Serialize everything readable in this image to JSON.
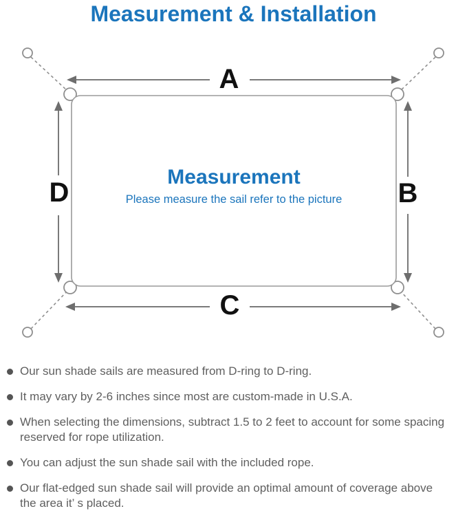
{
  "title": "Measurement & Installation",
  "diagram": {
    "labels": {
      "top": "A",
      "right": "B",
      "bottom": "C",
      "left": "D"
    },
    "center_title": "Measurement",
    "center_subtitle": "Please measure the sail refer to the picture"
  },
  "notes": [
    "Our sun shade sails are measured from D-ring to D-ring.",
    "It may vary by 2-6 inches since most are custom-made in U.S.A.",
    "When selecting the dimensions, subtract 1.5 to 2 feet to account for some spacing\nreserved for rope utilization.",
    "You can adjust the sun shade sail with the included rope.",
    "Our flat-edged sun shade sail will provide an optimal amount of coverage above\nthe area it’ s placed."
  ],
  "colors": {
    "accent_blue": "#1b75bc",
    "line_gray": "#8e8e8e",
    "arrow_gray": "#6e6e6e",
    "label_black": "#111111",
    "note_gray": "#5f5f5f"
  }
}
